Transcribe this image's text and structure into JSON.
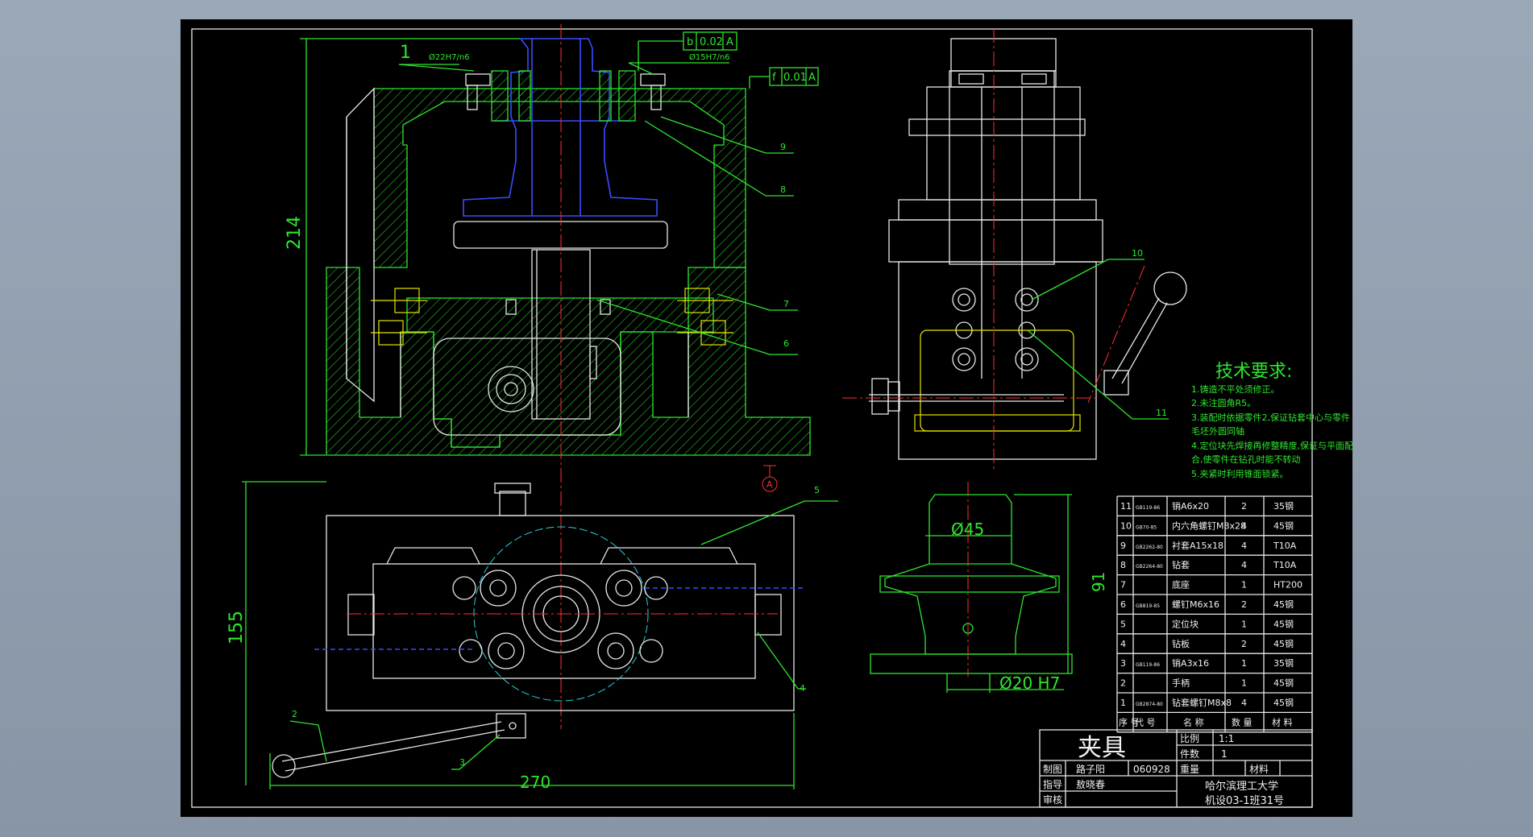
{
  "colors": {
    "background": "#8a98aa",
    "sheet": "#000000",
    "green": "#2ee62e",
    "white": "#e8e8e8",
    "blue": "#3a4dff",
    "red": "#ff3030",
    "yellow": "#e6e600",
    "cyan": "#2ad0e0"
  },
  "dims": {
    "d214": "214",
    "d155": "155",
    "d270": "270",
    "d91": "91",
    "phi45": "Ø45",
    "phi20": "Ø20 H7",
    "fit_top_left": "Ø22H7/n6",
    "fit_top_right": "Ø15H7/n6",
    "tol_b": [
      "b",
      "0.02",
      "A"
    ],
    "tol_f": [
      "f",
      "0.01",
      "A"
    ],
    "datum": "A"
  },
  "balloons": [
    "1",
    "9",
    "8",
    "7",
    "6",
    "10",
    "11",
    "5",
    "4",
    "2",
    "3"
  ],
  "tech": {
    "title": "技术要求:",
    "lines": [
      "1.铸造不平处须修正。",
      "2.未注圆角R5。",
      "3.装配时依据零件2,保证钻套中心与零件",
      "毛坯外圆同轴",
      "4.定位块先焊接再修整精度,保证与平面配",
      "合,使零件在钻孔时能不转动",
      "5.夹紧时利用锥面锁紧。"
    ]
  },
  "bom": {
    "rows": [
      [
        "11",
        "GB119-86",
        "销A6x20",
        "2",
        "35钢"
      ],
      [
        "10",
        "GB70-85",
        "内六角螺钉M8x28",
        "4",
        "45钢"
      ],
      [
        "9",
        "GB2262-80",
        "衬套A15x18",
        "4",
        "T10A"
      ],
      [
        "8",
        "GB2264-80",
        "钻套",
        "4",
        "T10A"
      ],
      [
        "7",
        "",
        "底座",
        "1",
        "HT200"
      ],
      [
        "6",
        "GB819-85",
        "螺钉M6x16",
        "2",
        "45钢"
      ],
      [
        "5",
        "",
        "定位块",
        "1",
        "45钢"
      ],
      [
        "4",
        "",
        "钻板",
        "2",
        "45钢"
      ],
      [
        "3",
        "GB119-86",
        "销A3x16",
        "1",
        "35钢"
      ],
      [
        "2",
        "",
        "手柄",
        "1",
        "45钢"
      ],
      [
        "1",
        "GB2874-80",
        "钻套螺钉M8x8",
        "4",
        "45钢"
      ]
    ],
    "header": [
      "序 号",
      "代 号",
      "名 称",
      "数 量",
      "材 料"
    ]
  },
  "title_block": {
    "name": "夹具",
    "scale_label": "比例",
    "scale": "1:1",
    "count_label": "件数",
    "count": "1",
    "weight_label": "重量",
    "material_label": "材料",
    "drawn_label": "制图",
    "drawn_by": "路子阳",
    "drawn_id": "060928",
    "guide_label": "指导",
    "guide_by": "敖晓春",
    "review_label": "审核",
    "school": "哈尔滨理工大学",
    "class": "机设03-1班31号"
  }
}
